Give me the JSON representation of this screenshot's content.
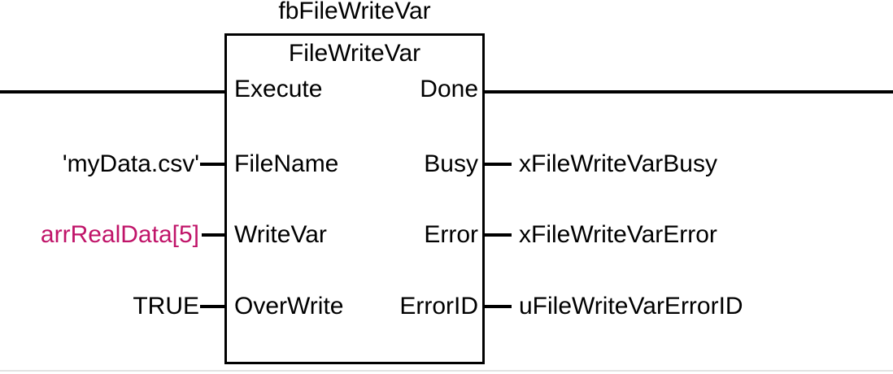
{
  "block": {
    "instance_name": "fbFileWriteVar",
    "type_name": "FileWriteVar",
    "input_pins": {
      "execute": "Execute",
      "filename": "FileName",
      "writevar": "WriteVar",
      "overwrite": "OverWrite"
    },
    "output_pins": {
      "done": "Done",
      "busy": "Busy",
      "error": "Error",
      "errorid": "ErrorID"
    },
    "input_operands": {
      "filename": "'myData.csv'",
      "writevar": "arrRealData[5]",
      "overwrite": "TRUE"
    },
    "output_operands": {
      "busy": "xFileWriteVarBusy",
      "error": "xFileWriteVarError",
      "errorid": "uFileWriteVarErrorID"
    }
  },
  "colors": {
    "wire": "#000000",
    "text": "#000000",
    "operand_highlight": "#C01469",
    "background": "#ffffff",
    "bottom_divider": "#e2e2e2"
  }
}
